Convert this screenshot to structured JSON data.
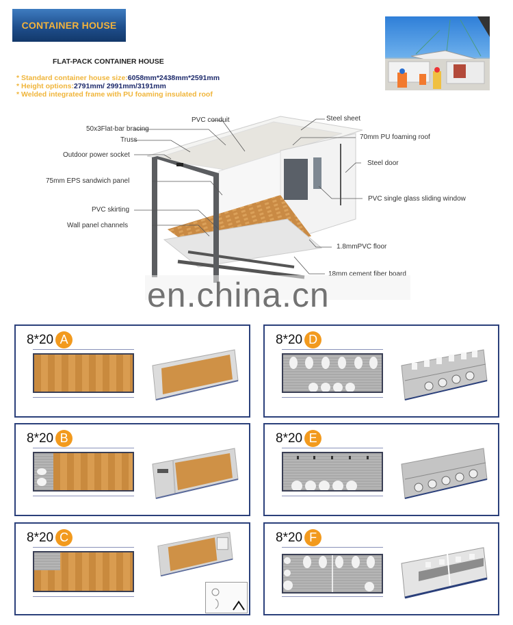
{
  "header": {
    "banner_title": "CONTAINER HOUSE",
    "subtitle": "FLAT-PACK CONTAINER HOUSE",
    "specs": [
      {
        "label": "* Standard container house size:",
        "value": "6058mm*2438mm*2591mm"
      },
      {
        "label": "* Height options:",
        "value": "2791mm/ 2991mm/3191mm"
      },
      {
        "label": "* Welded integrated frame with PU foaming insulated roof",
        "value": ""
      }
    ],
    "photo": "crane-lifting-container-roof-photo"
  },
  "diagram": {
    "labels_left": [
      "50x3Flat-bar bracing",
      "Truss",
      "Outdoor power socket",
      "75mm EPS sandwich panel",
      "PVC skirting",
      "Wall panel channels"
    ],
    "label_top": "PVC conduit",
    "labels_right": [
      "Steel sheet",
      "70mm PU foaming roof",
      "Steel door",
      "PVC single glass sliding window",
      "1.8mmPVC floor",
      "18mm cement fiber board"
    ]
  },
  "watermark": "en.china.cn",
  "layouts": [
    {
      "size": "8*20",
      "letter": "A",
      "type": "open-room"
    },
    {
      "size": "8*20",
      "letter": "D",
      "type": "toilet-block"
    },
    {
      "size": "8*20",
      "letter": "B",
      "type": "room-with-bathroom"
    },
    {
      "size": "8*20",
      "letter": "E",
      "type": "shower-block"
    },
    {
      "size": "8*20",
      "letter": "C",
      "type": "room-with-corner-bathroom"
    },
    {
      "size": "8*20",
      "letter": "F",
      "type": "toilet-shower-block"
    }
  ],
  "colors": {
    "banner_blue": "#1f4f8d",
    "banner_text": "#f2b33d",
    "spec_label": "#f0b53a",
    "spec_value": "#1d2a6b",
    "card_border": "#2a3f7a",
    "badge": "#f29a1e",
    "floor_wood": "#cf9146"
  }
}
